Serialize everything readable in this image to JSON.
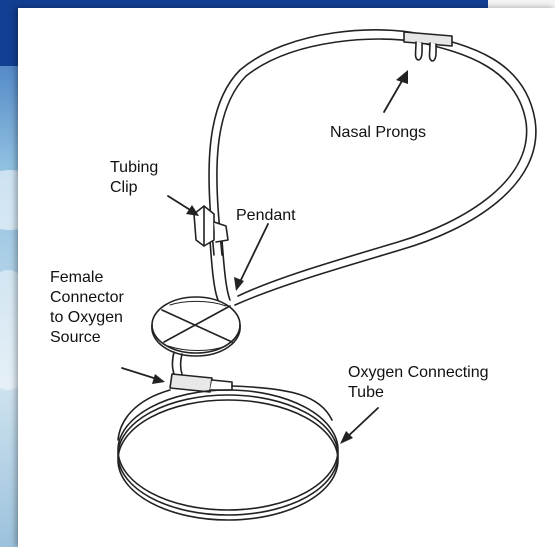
{
  "diagram": {
    "labels": {
      "nasal_prongs": "Nasal Prongs",
      "tubing_clip_1": "Tubing",
      "tubing_clip_2": "Clip",
      "pendant": "Pendant",
      "female_1": "Female",
      "female_2": "Connector",
      "female_3": "to Oxygen",
      "female_4": "Source",
      "oxygen_1": "Oxygen Connecting",
      "oxygen_2": "Tube"
    }
  },
  "colors": {
    "slide_blue_dark": "#0f3f93",
    "slide_sky": "#7eb6d9",
    "line": "#222222"
  }
}
